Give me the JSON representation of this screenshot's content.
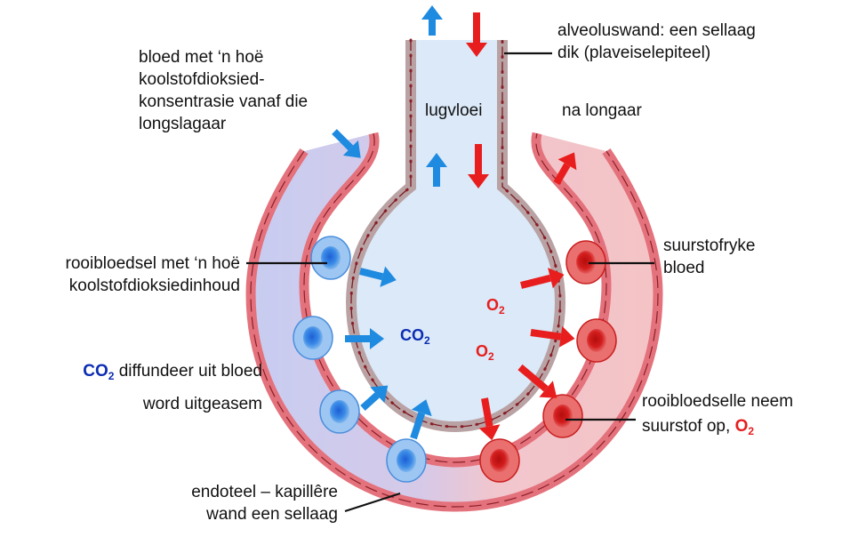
{
  "colors": {
    "co2_blue": "#1565c8",
    "o2_red": "#e61e1e",
    "deoxygenated_blood": "#c9cdf0",
    "oxygenated_blood": "#f3c4c6",
    "airway": "#dbe9f8",
    "vessel_wall": "#e4727c"
  },
  "labels": {
    "blood_in": [
      "bloed met ‘n hoë",
      "koolstofdioksied-",
      "konsentrasie vanaf die",
      "longslagaar"
    ],
    "alveolar_wall": [
      "alveoluswand: een sellaag",
      "dik (plaveiselepiteel)"
    ],
    "airflow": "lugvloei",
    "to_lung_vein": "na longaar",
    "rbc_high_co2": [
      "rooibloedsel met ‘n hoë",
      "koolstofdioksiedinhoud"
    ],
    "oxygen_rich_blood": [
      "suurstofryke",
      "bloed"
    ],
    "co2_diffuse": {
      "formula": "CO",
      "subscript": "2",
      "line1_rest": " diffundeer uit bloed",
      "line2": "word uitgeasem"
    },
    "rbc_take_o2": {
      "line1": "rooibloedselle neem",
      "line2_text": "suurstof op, ",
      "formula": "O",
      "subscript": "2"
    },
    "endothelium": [
      "endoteel – kapillêre",
      "wand een sellaag"
    ]
  },
  "gas_labels": {
    "co2_alveolus": {
      "formula": "CO",
      "subscript": "2"
    },
    "o2_upper": {
      "formula": "O",
      "subscript": "2"
    },
    "o2_lower": {
      "formula": "O",
      "subscript": "2"
    }
  },
  "icons": [
    "air-in-arrow-icon",
    "air-out-arrow-icon",
    "co2-diffusion-arrow-icon",
    "o2-diffusion-arrow-icon",
    "red-blood-cell-icon"
  ]
}
